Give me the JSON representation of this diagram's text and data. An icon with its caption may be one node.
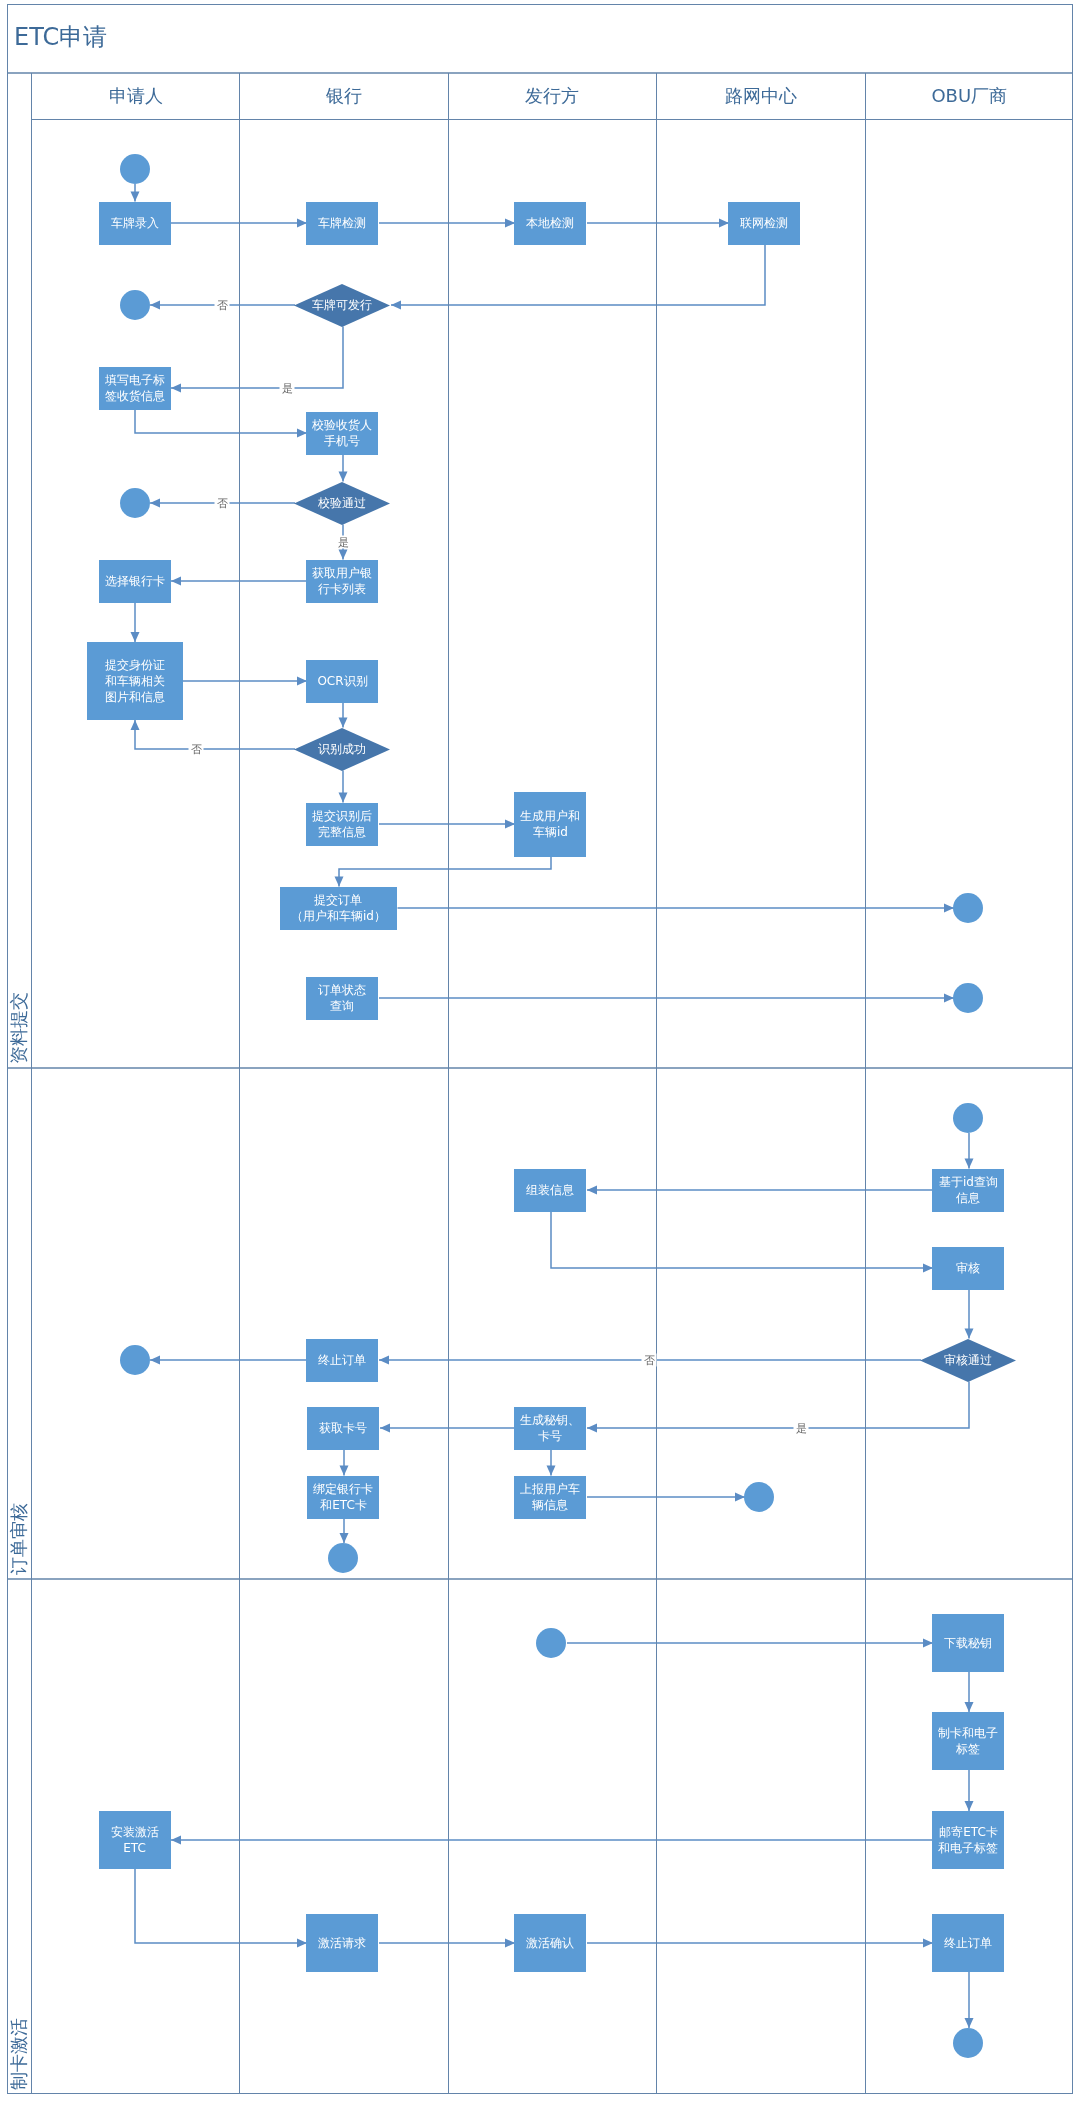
{
  "diagram": {
    "title": "ETC申请",
    "nodes": [
      {
        "text": [
          "申请人"
        ]
      },
      {
        "text": [
          "银行"
        ]
      },
      {
        "text": [
          "发行方"
        ]
      },
      {
        "text": [
          "路网中心"
        ]
      },
      {
        "text": [
          "OBU厂商"
        ]
      },
      {
        "text": [],
        "shape": "circle",
        "in": 0
      },
      {
        "text": [
          "车牌录入"
        ],
        "in": 0
      },
      {
        "text": [
          "车牌检测"
        ],
        "in": 1
      },
      {
        "text": [
          "本地检测"
        ],
        "in": 2
      },
      {
        "text": [
          "联网检测"
        ],
        "in": 3
      },
      {
        "text": [],
        "shape": "circle",
        "in": 0
      },
      {
        "text": [
          "车牌可发行"
        ],
        "in": 1
      },
      {
        "text": [
          "填写电子标签收货信息"
        ],
        "in": 0
      },
      {
        "text": [
          "校验收货人手机号"
        ],
        "in": 1
      },
      {
        "text": [],
        "shape": "circle",
        "in": 0
      },
      {
        "text": [
          "校验通过"
        ],
        "in": 1
      },
      {
        "text": [
          "选择银行卡"
        ],
        "in": 0
      },
      {
        "text": [
          "获取用户银行卡列表"
        ],
        "in": 1
      },
      {
        "text": [
          "提交身份证和车辆相关图片和信息"
        ],
        "in": 0
      },
      {
        "text": [
          "OCR识别"
        ],
        "in": 1
      },
      {
        "text": [
          "识别成功"
        ],
        "in": 1
      },
      {
        "text": [
          "提交识别后完整信息"
        ],
        "in": 1
      },
      {
        "text": [
          "生成用户和车辆id"
        ],
        "in": 2
      },
      {
        "text": [
          "提交订单（用户和车辆id）"
        ],
        "in": 1
      },
      {
        "text": [],
        "shape": "circle",
        "in": 4
      },
      {
        "text": [
          "订单状态查询"
        ],
        "in": 1
      },
      {
        "text": [],
        "shape": "circle",
        "in": 4
      },
      {
        "text": [],
        "shape": "circle",
        "in": 4
      },
      {
        "text": [
          "组装信息"
        ],
        "in": 2
      },
      {
        "text": [
          "基于id查询信息"
        ],
        "in": 4
      },
      {
        "text": [
          "审核"
        ],
        "in": 4
      },
      {
        "text": [],
        "shape": "circle",
        "in": 0
      },
      {
        "text": [
          "终止订单"
        ],
        "in": 1
      },
      {
        "text": [
          "审核通过"
        ],
        "in": 4
      },
      {
        "text": [
          "获取卡号"
        ],
        "in": 1
      },
      {
        "text": [
          "生成秘钥、卡号"
        ],
        "in": 2
      },
      {
        "text": [
          "绑定银行卡和ETC卡"
        ],
        "in": 1
      },
      {
        "text": [
          "上报用户车辆信息"
        ],
        "in": 2
      },
      {
        "text": [],
        "shape": "circle",
        "in": 3
      },
      {
        "text": [],
        "shape": "circle",
        "in": 1
      },
      {
        "text": [],
        "shape": "circle",
        "in": 2
      },
      {
        "text": [
          "下载秘钥"
        ],
        "in": 4
      },
      {
        "text": [
          "制卡和电子标签"
        ],
        "in": 4
      },
      {
        "text": [
          "安装激活ETC"
        ],
        "in": 0
      },
      {
        "text": [
          "邮寄ETC卡和电子标签"
        ],
        "in": 4
      },
      {
        "text": [
          "激活请求"
        ],
        "in": 1
      },
      {
        "text": [
          "激活确认"
        ],
        "in": 2
      },
      {
        "text": [
          "终止订单"
        ],
        "in": 4
      },
      {
        "text": [],
        "shape": "circle",
        "in": 4
      }
    ],
    "edges": [
      {
        "from": 5,
        "to": 6,
        "arrow": "to"
      },
      {
        "from": 6,
        "to": 7,
        "arrow": "to"
      },
      {
        "from": 7,
        "to": 8,
        "arrow": "to"
      },
      {
        "from": 8,
        "to": 9,
        "arrow": "to"
      },
      {
        "from": 9,
        "to": 11,
        "arrow": "to"
      },
      {
        "from": 11,
        "to": 10,
        "arrow": "to",
        "label": "否"
      },
      {
        "from": 11,
        "to": 12,
        "arrow": "to",
        "label": "是"
      },
      {
        "from": 12,
        "to": 13,
        "arrow": "to"
      },
      {
        "from": 13,
        "to": 15,
        "arrow": "to"
      },
      {
        "from": 15,
        "to": 14,
        "arrow": "to",
        "label": "否"
      },
      {
        "from": 15,
        "to": 17,
        "arrow": "to",
        "label": "是"
      },
      {
        "from": 17,
        "to": 16,
        "arrow": "to"
      },
      {
        "from": 16,
        "to": 18,
        "arrow": "to"
      },
      {
        "from": 18,
        "to": 19,
        "arrow": "to"
      },
      {
        "from": 19,
        "to": 20,
        "arrow": "to"
      },
      {
        "from": 20,
        "to": 18,
        "arrow": "to",
        "label": "否"
      },
      {
        "from": 20,
        "to": 21,
        "arrow": "to"
      },
      {
        "from": 21,
        "to": 22,
        "arrow": "to"
      },
      {
        "from": 22,
        "to": 23,
        "arrow": "to"
      },
      {
        "from": 23,
        "to": 24,
        "arrow": "to"
      },
      {
        "from": 25,
        "to": 26,
        "arrow": "to"
      },
      {
        "from": 27,
        "to": 29,
        "arrow": "to"
      },
      {
        "from": 29,
        "to": 28,
        "arrow": "to"
      },
      {
        "from": 28,
        "to": 30,
        "arrow": "to"
      },
      {
        "from": 30,
        "to": 33,
        "arrow": "to"
      },
      {
        "from": 33,
        "to": 32,
        "arrow": "to",
        "label": "否"
      },
      {
        "from": 32,
        "to": 31,
        "arrow": "to"
      },
      {
        "from": 33,
        "to": 35,
        "arrow": "to",
        "label": "是"
      },
      {
        "from": 35,
        "to": 34,
        "arrow": "to"
      },
      {
        "from": 34,
        "to": 36,
        "arrow": "to"
      },
      {
        "from": 36,
        "to": 39,
        "arrow": "to"
      },
      {
        "from": 35,
        "to": 37,
        "arrow": "to"
      },
      {
        "from": 37,
        "to": 38,
        "arrow": "to"
      },
      {
        "from": 40,
        "to": 41,
        "arrow": "to"
      },
      {
        "from": 41,
        "to": 42,
        "arrow": "to"
      },
      {
        "from": 42,
        "to": 44,
        "arrow": "to"
      },
      {
        "from": 44,
        "to": 43,
        "arrow": "to"
      },
      {
        "from": 43,
        "to": 45,
        "arrow": "to"
      },
      {
        "from": 45,
        "to": 46,
        "arrow": "to"
      },
      {
        "from": 46,
        "to": 47,
        "arrow": "to"
      },
      {
        "from": 47,
        "to": 48,
        "arrow": "to"
      }
    ],
    "labels": [
      "资料提交",
      "订单审核",
      "制卡激活"
    ]
  }
}
